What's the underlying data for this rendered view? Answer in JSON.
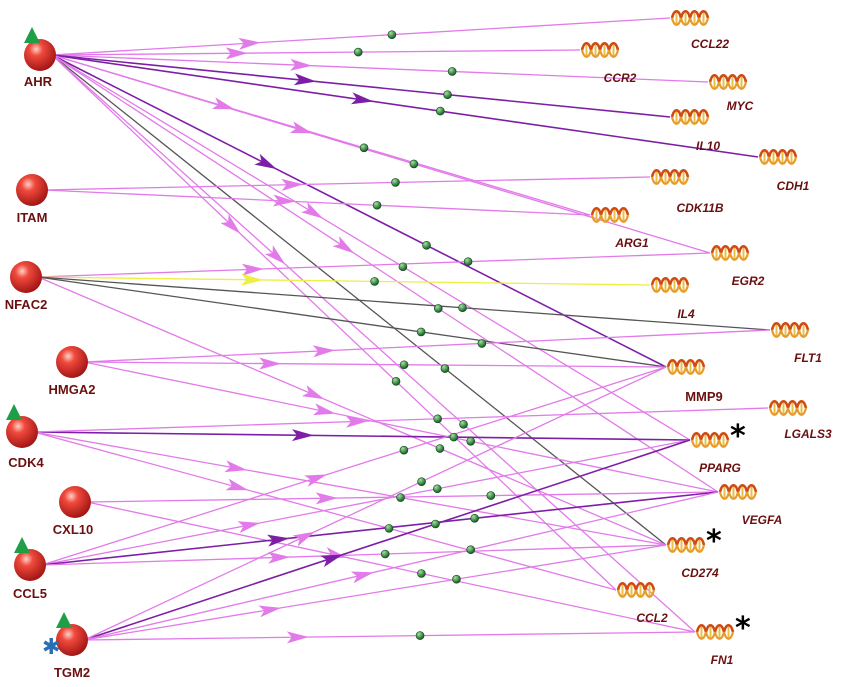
{
  "colors": {
    "activation": "#e27ae9",
    "inhibition": "#7d1fa6",
    "neutral": "#555555",
    "yellow": "#eeee44",
    "regulator": "#e22d2d",
    "triangle": "#1e9e47",
    "junction": "#1d7a33",
    "dna": "#d04a14"
  },
  "regulators": [
    {
      "id": "AHR",
      "label": "AHR",
      "triangle": true,
      "asterisk": false
    },
    {
      "id": "ITAM",
      "label": "ITAM",
      "triangle": false,
      "asterisk": false
    },
    {
      "id": "NFAC2",
      "label": "NFAC2",
      "triangle": false,
      "asterisk": false
    },
    {
      "id": "HMGA2",
      "label": "HMGA2",
      "triangle": false,
      "asterisk": false
    },
    {
      "id": "CDK4",
      "label": "CDK4",
      "triangle": true,
      "asterisk": false
    },
    {
      "id": "CXL10",
      "label": "CXL10",
      "triangle": false,
      "asterisk": false
    },
    {
      "id": "CCL5",
      "label": "CCL5",
      "triangle": true,
      "asterisk": false
    },
    {
      "id": "TGM2",
      "label": "TGM2",
      "triangle": true,
      "asterisk": true
    }
  ],
  "genes": [
    {
      "id": "CCL22",
      "label": "CCL22",
      "italic": true,
      "marked": false
    },
    {
      "id": "CCR2",
      "label": "CCR2",
      "italic": true,
      "marked": false
    },
    {
      "id": "MYC",
      "label": "MYC",
      "italic": true,
      "marked": false
    },
    {
      "id": "IL10",
      "label": "IL10",
      "italic": true,
      "marked": false
    },
    {
      "id": "CDH1",
      "label": "CDH1",
      "italic": true,
      "marked": false
    },
    {
      "id": "CDK11B",
      "label": "CDK11B",
      "italic": true,
      "marked": false
    },
    {
      "id": "ARG1",
      "label": "ARG1",
      "italic": true,
      "marked": false
    },
    {
      "id": "EGR2",
      "label": "EGR2",
      "italic": true,
      "marked": false
    },
    {
      "id": "IL4",
      "label": "IL4",
      "italic": true,
      "marked": false
    },
    {
      "id": "FLT1",
      "label": "FLT1",
      "italic": true,
      "marked": false
    },
    {
      "id": "MMP9",
      "label": "MMP9",
      "italic": false,
      "marked": false
    },
    {
      "id": "LGALS3",
      "label": "LGALS3",
      "italic": true,
      "marked": false
    },
    {
      "id": "PPARG",
      "label": "PPARG",
      "italic": true,
      "marked": true
    },
    {
      "id": "VEGFA",
      "label": "VEGFA",
      "italic": true,
      "marked": false
    },
    {
      "id": "CD274",
      "label": "CD274",
      "italic": true,
      "marked": true
    },
    {
      "id": "CCL2",
      "label": "CCL2",
      "italic": true,
      "marked": false
    },
    {
      "id": "FN1",
      "label": "FN1",
      "italic": true,
      "marked": true
    }
  ],
  "edges": [
    {
      "from": "AHR",
      "to": "CCL22",
      "type": "activation"
    },
    {
      "from": "AHR",
      "to": "CCR2",
      "type": "activation"
    },
    {
      "from": "AHR",
      "to": "MYC",
      "type": "activation"
    },
    {
      "from": "AHR",
      "to": "IL10",
      "type": "inhibition"
    },
    {
      "from": "AHR",
      "to": "CDH1",
      "type": "inhibition"
    },
    {
      "from": "AHR",
      "to": "ARG1",
      "type": "activation"
    },
    {
      "from": "AHR",
      "to": "MMP9",
      "type": "inhibition"
    },
    {
      "from": "AHR",
      "to": "CD274",
      "type": "neutral"
    },
    {
      "from": "AHR",
      "to": "PPARG",
      "type": "activation"
    },
    {
      "from": "AHR",
      "to": "VEGFA",
      "type": "activation"
    },
    {
      "from": "AHR",
      "to": "CCL2",
      "type": "activation"
    },
    {
      "from": "AHR",
      "to": "FN1",
      "type": "activation"
    },
    {
      "from": "AHR",
      "to": "EGR2",
      "type": "activation"
    },
    {
      "from": "ITAM",
      "to": "CDK11B",
      "type": "activation"
    },
    {
      "from": "ITAM",
      "to": "ARG1",
      "type": "activation"
    },
    {
      "from": "NFAC2",
      "to": "EGR2",
      "type": "activation"
    },
    {
      "from": "NFAC2",
      "to": "IL4",
      "type": "yellow"
    },
    {
      "from": "NFAC2",
      "to": "FLT1",
      "type": "neutral"
    },
    {
      "from": "NFAC2",
      "to": "MMP9",
      "type": "neutral"
    },
    {
      "from": "NFAC2",
      "to": "CD274",
      "type": "activation"
    },
    {
      "from": "HMGA2",
      "to": "MMP9",
      "type": "activation"
    },
    {
      "from": "HMGA2",
      "to": "FLT1",
      "type": "activation"
    },
    {
      "from": "HMGA2",
      "to": "VEGFA",
      "type": "activation"
    },
    {
      "from": "CDK4",
      "to": "PPARG",
      "type": "inhibition"
    },
    {
      "from": "CDK4",
      "to": "LGALS3",
      "type": "activation"
    },
    {
      "from": "CDK4",
      "to": "CD274",
      "type": "activation"
    },
    {
      "from": "CDK4",
      "to": "CCL2",
      "type": "activation"
    },
    {
      "from": "CXL10",
      "to": "VEGFA",
      "type": "activation"
    },
    {
      "from": "CXL10",
      "to": "FN1",
      "type": "activation"
    },
    {
      "from": "CCL5",
      "to": "MMP9",
      "type": "activation"
    },
    {
      "from": "CCL5",
      "to": "PPARG",
      "type": "activation"
    },
    {
      "from": "CCL5",
      "to": "VEGFA",
      "type": "inhibition"
    },
    {
      "from": "CCL5",
      "to": "CD274",
      "type": "activation"
    },
    {
      "from": "TGM2",
      "to": "PPARG",
      "type": "inhibition"
    },
    {
      "from": "TGM2",
      "to": "VEGFA",
      "type": "activation"
    },
    {
      "from": "TGM2",
      "to": "CD274",
      "type": "activation"
    },
    {
      "from": "TGM2",
      "to": "FN1",
      "type": "activation"
    },
    {
      "from": "TGM2",
      "to": "MMP9",
      "type": "activation"
    }
  ]
}
